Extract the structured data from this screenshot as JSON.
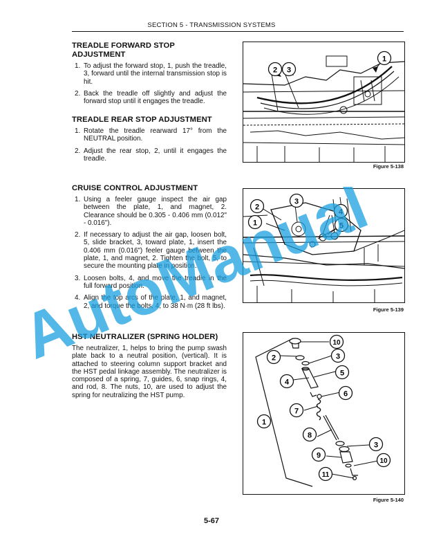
{
  "header": {
    "section": "SECTION 5 - TRANSMISSION SYSTEMS"
  },
  "sections": {
    "forward_stop": {
      "title_line1": "TREADLE FORWARD STOP",
      "title_line2": "ADJUSTMENT",
      "steps": [
        {
          "num": "1.",
          "text": "To adjust the forward stop, 1, push the treadle, 3, forward until the internal transmission stop is hit."
        },
        {
          "num": "2.",
          "text": "Back the treadle off slightly and adjust the forward stop until it engages the treadle."
        }
      ]
    },
    "rear_stop": {
      "title": "TREADLE REAR STOP ADJUSTMENT",
      "steps": [
        {
          "num": "1.",
          "text": "Rotate the treadle rearward 17° from the NEUTRAL position."
        },
        {
          "num": "2.",
          "text": "Adjust the rear stop, 2, until it engages the treadle."
        }
      ]
    },
    "cruise": {
      "title": "CRUISE CONTROL ADJUSTMENT",
      "steps": [
        {
          "num": "1.",
          "text": "Using a feeler gauge inspect the air gap between the plate, 1, and magnet, 2. Clearance should be 0.305 - 0.406 mm (0.012\" - 0.016\")."
        },
        {
          "num": "2.",
          "text": "If necessary to adjust the air gap, loosen bolt, 5, slide bracket, 3, toward plate, 1, insert the 0.406 mm (0.016\") feeler gauge between the plate, 1, and magnet, 2. Tighten the bolt, 5, to secure the mounting plate in position."
        },
        {
          "num": "3.",
          "text": "Loosen bolts, 4, and move the treadle in the full forward position."
        },
        {
          "num": "4.",
          "text": "Align the top arcs of the plate, 1, and magnet, 2, and torque the bolts, 4, to 38 N·m (28 ft lbs)."
        }
      ]
    },
    "hst": {
      "title": "HST NEUTRALIZER (SPRING HOLDER)",
      "body": "The neutralizer, 1, helps to bring the pump swash plate back to a neutral position, (vertical). It is attached to steering column support bracket and the HST pedal linkage assembly. The neutralizer is composed of a spring, 7, guides, 6, snap rings, 4, and rod, 8. The nuts, 10, are used to adjust the spring for neutralizing the HST pump."
    }
  },
  "figures": {
    "fig138": {
      "label": "Figure 5-138",
      "callouts": [
        "1",
        "2",
        "3"
      ]
    },
    "fig139": {
      "label": "Figure 5-139",
      "callouts": [
        "1",
        "2",
        "3",
        "4",
        "5"
      ]
    },
    "fig140": {
      "label": "Figure 5-140",
      "callouts": [
        "1",
        "2",
        "3",
        "4",
        "5",
        "6",
        "7",
        "8",
        "9",
        "10",
        "11"
      ]
    }
  },
  "watermark": {
    "text": "AutoManual",
    "color": "#1aa0e0"
  },
  "footer": {
    "page": "5-67"
  }
}
